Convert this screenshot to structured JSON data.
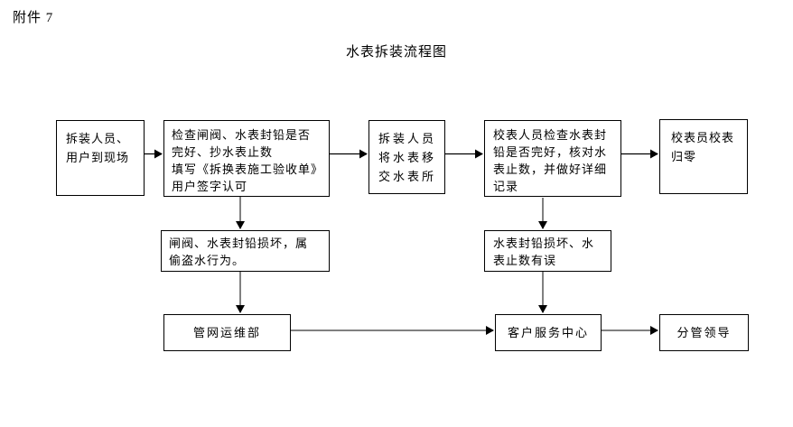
{
  "page": {
    "attachment_label": "附件 7",
    "title": "水表拆装流程图"
  },
  "colors": {
    "background": "#ffffff",
    "text": "#000000",
    "box_border": "#000000",
    "arrow_black": "#000000",
    "arrow_gray": "#808080"
  },
  "flowchart": {
    "row1": [
      {
        "id": "crew-arrive",
        "text": "拆装人员、\n用户到现场"
      },
      {
        "id": "inspect-seal",
        "text": "检查闸阀、水表封铅是否\n完好、抄水表止数\n填写《拆换表施工验收单》\n用户签字认可"
      },
      {
        "id": "transfer-meter",
        "text": "拆装人员\n将水表移\n交水表所"
      },
      {
        "id": "verify-record",
        "text": "校表人员检查水表封\n铅是否完好，核对水\n表止数，并做好详细\n记录"
      },
      {
        "id": "reset-meter",
        "text": "校表员校表\n归零"
      }
    ],
    "row2": [
      {
        "id": "seal-damaged-theft",
        "text": "闸阀、水表封铅损坏，属\n偷盗水行为。"
      },
      {
        "id": "seal-damaged-error",
        "text": "水表封铅损坏、水\n表止数有误"
      }
    ],
    "row3": [
      {
        "id": "pipeline-ops-dept",
        "text": "管网运维部"
      },
      {
        "id": "customer-service-center",
        "text": "客户服务中心"
      },
      {
        "id": "leader",
        "text": "分管领导"
      }
    ]
  }
}
